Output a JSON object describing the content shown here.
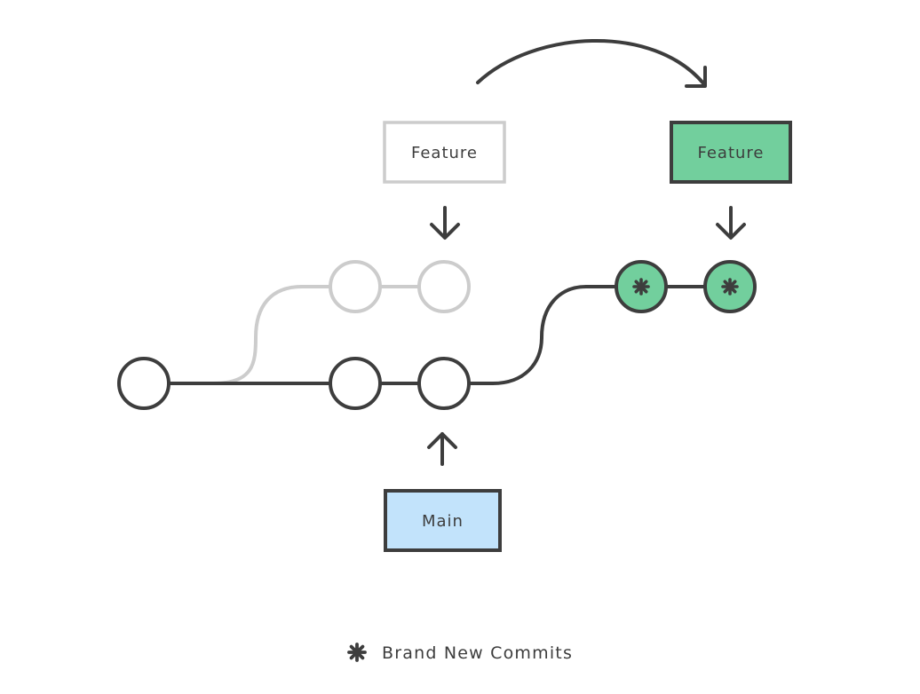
{
  "labels": {
    "old_feature": "Feature",
    "new_feature": "Feature",
    "main": "Main"
  },
  "legend": {
    "icon": "asterisk-icon",
    "text": "Brand New Commits"
  },
  "colors": {
    "stroke": "#3d3d3d",
    "ghost": "#cccccc",
    "new_commit_fill": "#72cf9d",
    "main_fill": "#c2e3fb",
    "background": "#ffffff"
  },
  "icons": {
    "move_arrow": "curved-arrow-icon",
    "pointer": "arrow-icon",
    "new_commit_marker": "asterisk-icon"
  }
}
